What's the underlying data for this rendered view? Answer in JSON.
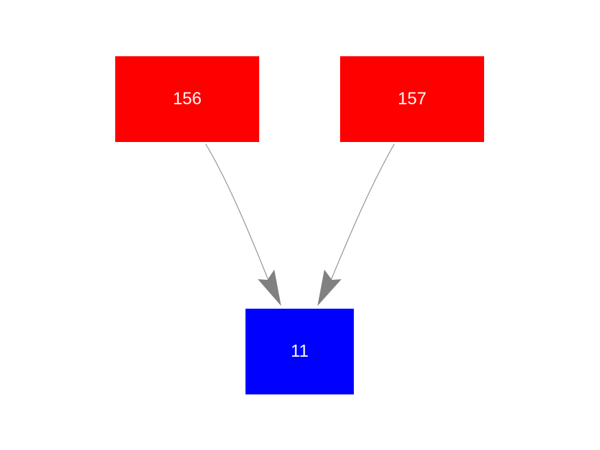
{
  "nodes": [
    {
      "id": "156",
      "label": "156",
      "color": "#ff0000"
    },
    {
      "id": "157",
      "label": "157",
      "color": "#ff0000"
    },
    {
      "id": "11",
      "label": "11",
      "color": "#0000ff"
    }
  ],
  "edges": [
    {
      "from": "156",
      "to": "11"
    },
    {
      "from": "157",
      "to": "11"
    }
  ],
  "edge_color": "#808080"
}
